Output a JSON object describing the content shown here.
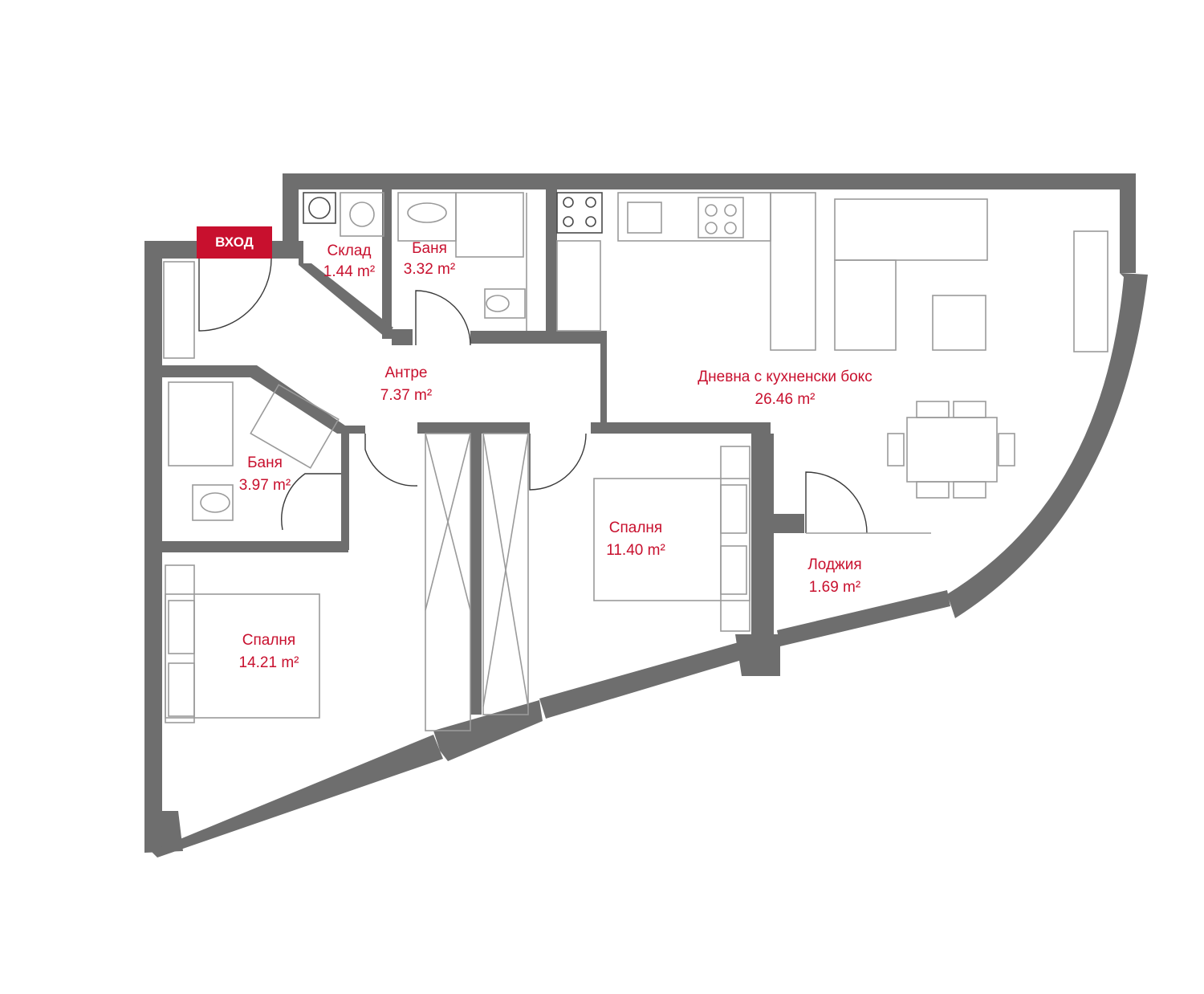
{
  "entrance": {
    "label": "ВХОД"
  },
  "rooms": [
    {
      "id": "storage",
      "name": "Склад",
      "area": "1.44 m²"
    },
    {
      "id": "bath1",
      "name": "Баня",
      "area": "3.32 m²"
    },
    {
      "id": "hall",
      "name": "Антре",
      "area": "7.37 m²"
    },
    {
      "id": "living",
      "name": "Дневна с кухненски бокс",
      "area": "26.46 m²"
    },
    {
      "id": "bath2",
      "name": "Баня",
      "area": "3.97 m²"
    },
    {
      "id": "bedroom2",
      "name": "Спалня",
      "area": "11.40 m²"
    },
    {
      "id": "loggia",
      "name": "Лоджия",
      "area": "1.69 m²"
    },
    {
      "id": "bedroom1",
      "name": "Спалня",
      "area": "14.21 m²"
    }
  ],
  "colors": {
    "accent": "#c8102e",
    "wall": "#6e6e6e",
    "fixture": "#9a9a9a"
  }
}
